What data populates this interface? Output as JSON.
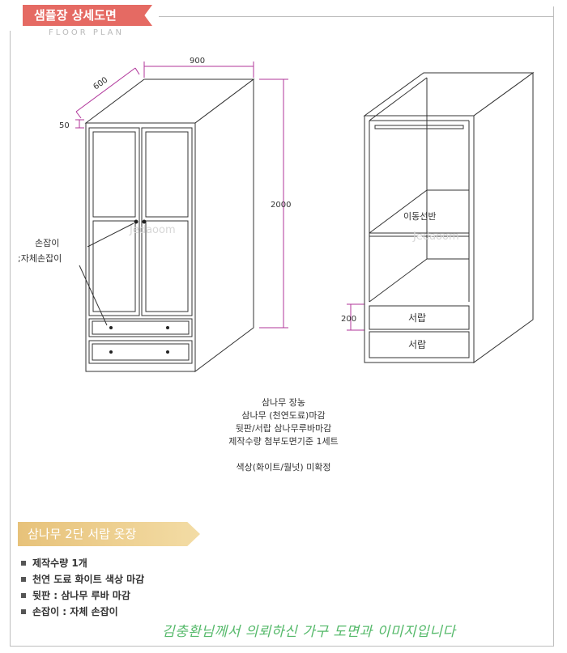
{
  "header": {
    "title": "샘플장 상세도면",
    "subtitle": "FLOOR PLAN"
  },
  "dimensions": {
    "width": "900",
    "depth": "600",
    "top_thickness": "50",
    "height": "2000",
    "drawer_height": "200"
  },
  "labels": {
    "handle_line1": "손잡이",
    "handle_line2": ";자체손잡이",
    "movable_shelf": "이동선반",
    "drawer_upper": "서랍",
    "drawer_lower": "서랍",
    "watermark": "Jedaoom"
  },
  "notes": {
    "line1": "삼나무 장농",
    "line2": "삼나무 (천연도료)마감",
    "line3": "뒷판/서랍 삼나무루바마감",
    "line4": "제작수량 첨부도면기준 1세트",
    "line5": "색상(화이트/월넛) 미확정"
  },
  "product": {
    "name": "삼나무 2단 서랍 옷장",
    "specs": [
      "제작수량  1개",
      "천연 도료 화이트 색상 마감",
      "뒷판 : 삼나무 루바 마감",
      "손잡이 : 자체 손잡이"
    ]
  },
  "footer": {
    "text": "김충환님께서 의뢰하신 가구 도면과 이미지입니다"
  },
  "colors": {
    "dimension_line": "#b0359a",
    "title_badge": "#e56a63",
    "banner": "#e7c27a",
    "footer_text": "#55b96a"
  }
}
